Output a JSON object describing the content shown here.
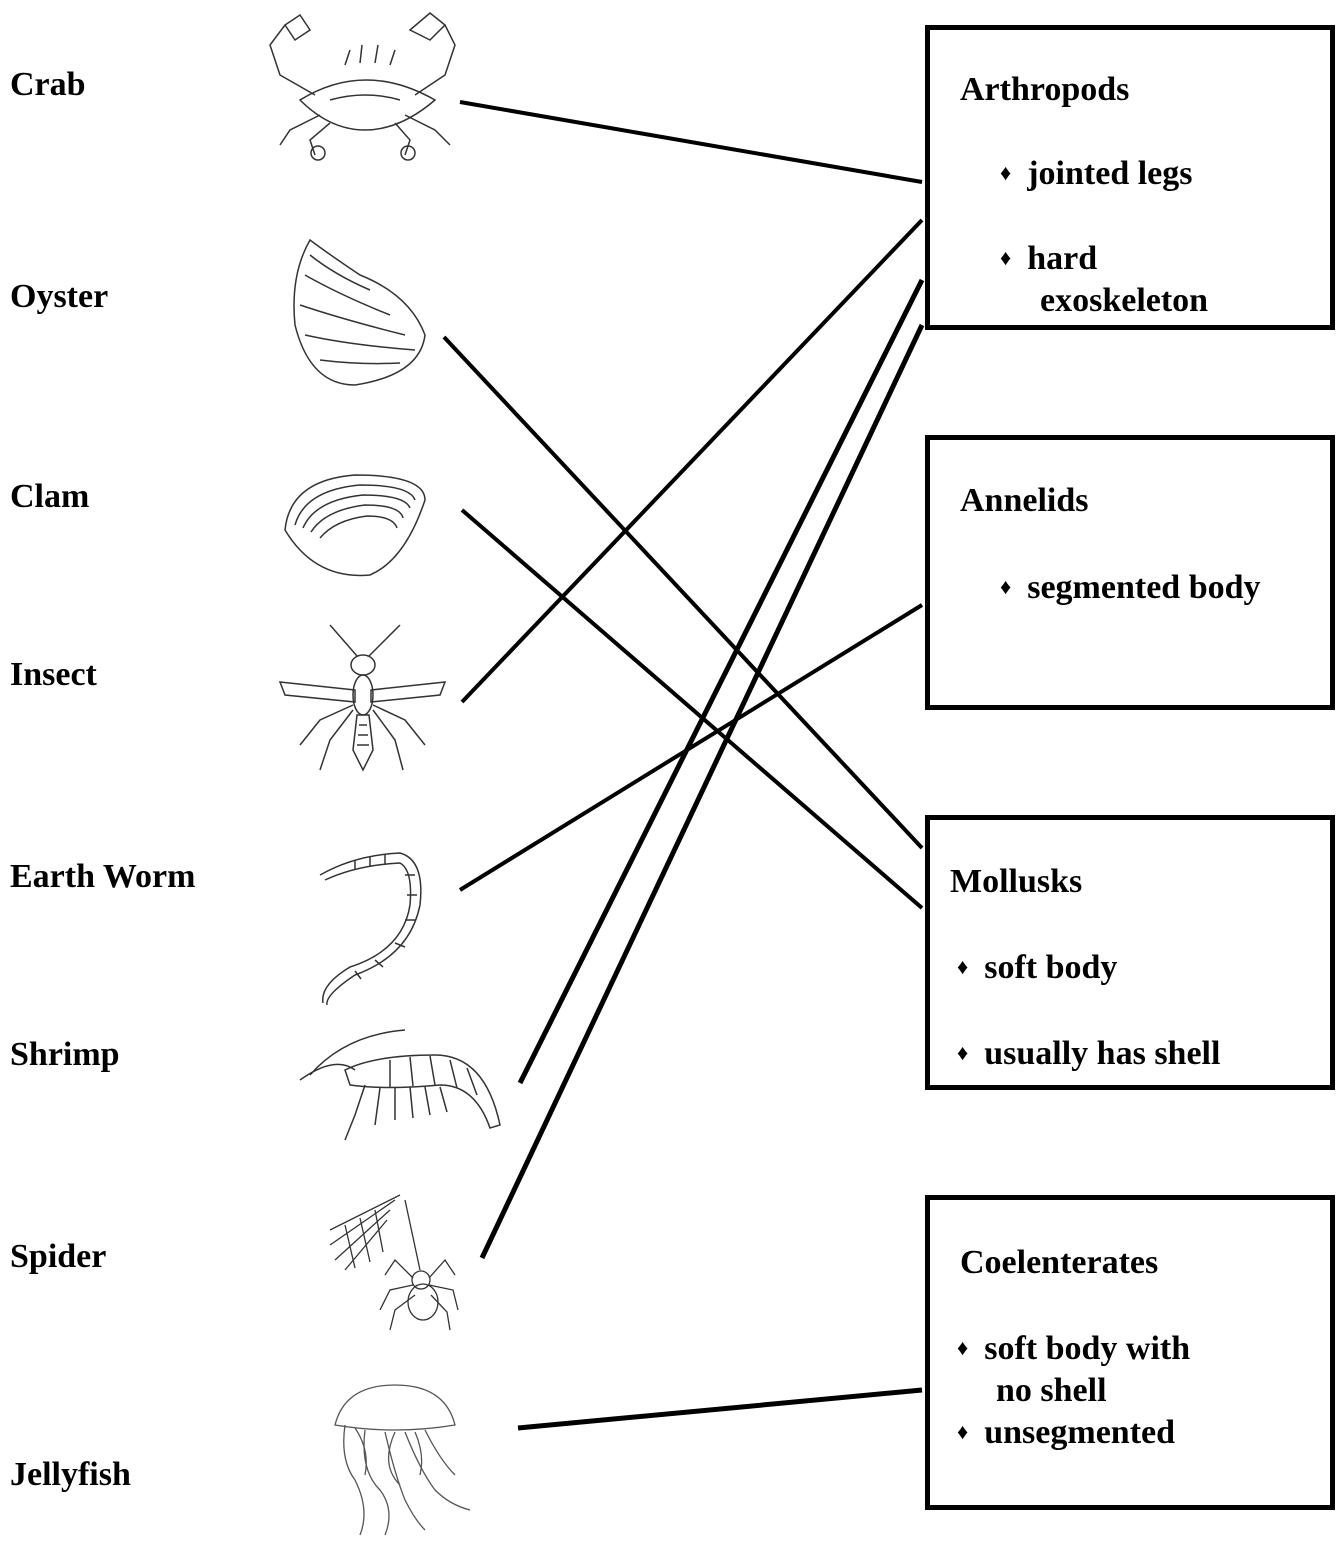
{
  "animals": [
    "Crab",
    "Oyster",
    "Clam",
    "Insect",
    "Earth Worm",
    "Shrimp",
    "Spider",
    "Jellyfish"
  ],
  "groups": {
    "arthropods": {
      "title": "Arthropods",
      "traits": [
        "jointed legs",
        "hard",
        "exoskeleton"
      ]
    },
    "annelids": {
      "title": "Annelids",
      "traits": [
        "segmented body"
      ]
    },
    "mollusks": {
      "title": "Mollusks",
      "traits": [
        "soft body",
        "usually has shell"
      ]
    },
    "coelenterates": {
      "title": "Coelenterates",
      "traits": [
        "soft body with",
        "no shell",
        "unsegmented"
      ]
    }
  },
  "bullet_glyph": "♦",
  "icons": [
    "crab-icon",
    "oyster-icon",
    "clam-icon",
    "insect-icon",
    "earthworm-icon",
    "shrimp-icon",
    "spider-icon",
    "jellyfish-icon"
  ],
  "matches": [
    {
      "animal": "Crab",
      "group": "Arthropods"
    },
    {
      "animal": "Oyster",
      "group": "Mollusks"
    },
    {
      "animal": "Clam",
      "group": "Mollusks"
    },
    {
      "animal": "Insect",
      "group": "Arthropods"
    },
    {
      "animal": "Earth Worm",
      "group": "Annelids"
    },
    {
      "animal": "Shrimp",
      "group": "Arthropods"
    },
    {
      "animal": "Spider",
      "group": "Arthropods"
    },
    {
      "animal": "Jellyfish",
      "group": "Coelenterates"
    }
  ]
}
